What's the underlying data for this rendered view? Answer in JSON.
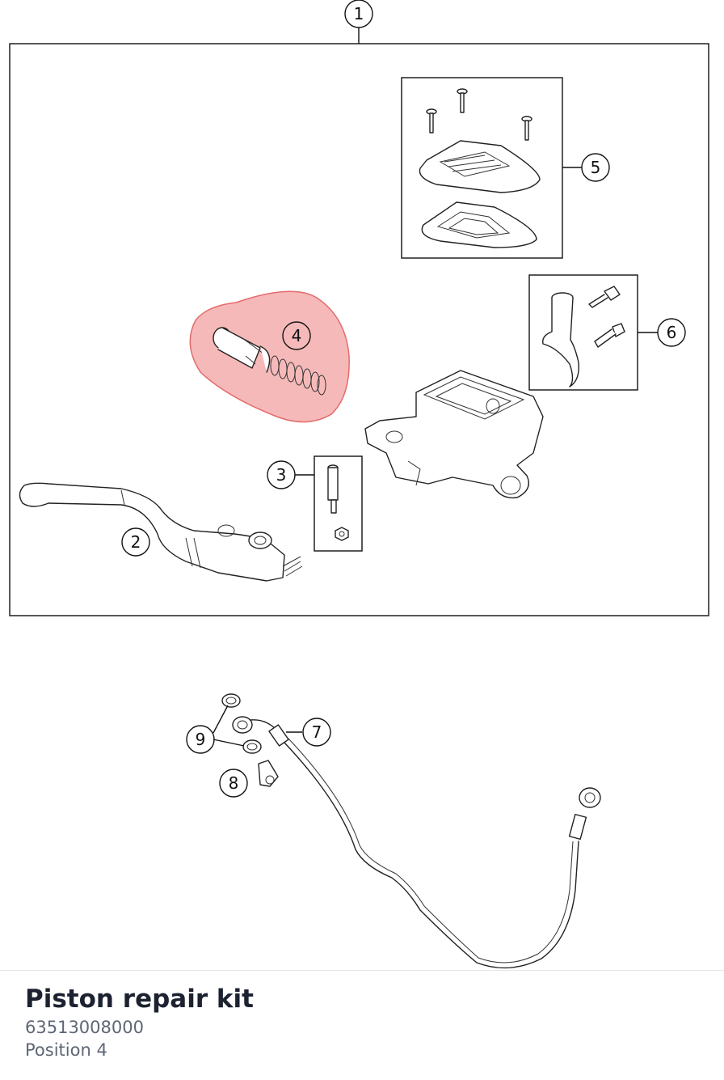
{
  "diagram": {
    "highlight_color": "#f08a8a",
    "callouts": [
      {
        "id": "1",
        "label": "1"
      },
      {
        "id": "2",
        "label": "2"
      },
      {
        "id": "3",
        "label": "3"
      },
      {
        "id": "4",
        "label": "4"
      },
      {
        "id": "5",
        "label": "5"
      },
      {
        "id": "6",
        "label": "6"
      },
      {
        "id": "7",
        "label": "7"
      },
      {
        "id": "8",
        "label": "8"
      },
      {
        "id": "9",
        "label": "9"
      }
    ],
    "selected_callout": "4"
  },
  "selected_part": {
    "name": "Piston repair kit",
    "part_number": "63513008000",
    "position": "Position 4"
  }
}
